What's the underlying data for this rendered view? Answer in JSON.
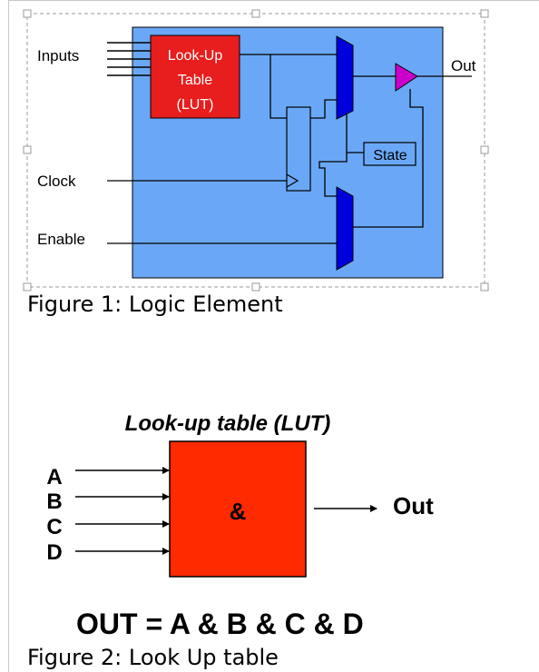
{
  "figure1": {
    "inputs_label": "Inputs",
    "clock_label": "Clock",
    "enable_label": "Enable",
    "lut_line1": "Look-Up",
    "lut_line2": "Table",
    "lut_line3": "(LUT)",
    "state_label": "State",
    "out_label": "Out",
    "caption": "Figure 1: Logic Element",
    "colors": {
      "background_block": "#6aa8f7",
      "lut_fill": "#e81d1d",
      "mux_fill": "#0000dd",
      "buffer_fill": "#cc00cc",
      "state_fill": "#6aa8f7"
    }
  },
  "figure2": {
    "title": "Look-up table (LUT)",
    "inputs": [
      "A",
      "B",
      "C",
      "D"
    ],
    "operator": "&",
    "out_label": "Out",
    "equation": "OUT = A & B & C & D",
    "caption": "Figure 2: Look Up table",
    "colors": {
      "box_fill": "#ff2a00"
    }
  }
}
